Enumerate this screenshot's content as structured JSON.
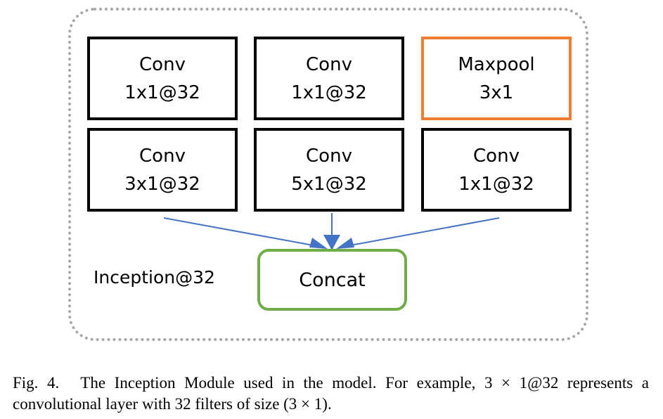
{
  "diagram": {
    "module_label": "Inception@32",
    "boxes": [
      {
        "id": "b1",
        "line1": "Conv",
        "line2": "1x1@32"
      },
      {
        "id": "b2",
        "line1": "Conv",
        "line2": "1x1@32"
      },
      {
        "id": "b3",
        "line1": "Maxpool",
        "line2": "3x1"
      },
      {
        "id": "b4",
        "line1": "Conv",
        "line2": "3x1@32"
      },
      {
        "id": "b5",
        "line1": "Conv",
        "line2": "5x1@32"
      },
      {
        "id": "b6",
        "line1": "Conv",
        "line2": "1x1@32"
      }
    ],
    "concat_label": "Concat",
    "colors": {
      "box_border": "#000000",
      "maxpool_border": "#ed7d31",
      "concat_border": "#70ad47",
      "arrow": "#4472c4",
      "module_border": "#a6a6a6"
    }
  },
  "caption": {
    "fig_num": "Fig. 4.",
    "text": "The Inception Module used in the model. For example, 3 × 1@32 represents a convolutional layer with 32 filters of size (3 × 1)."
  }
}
